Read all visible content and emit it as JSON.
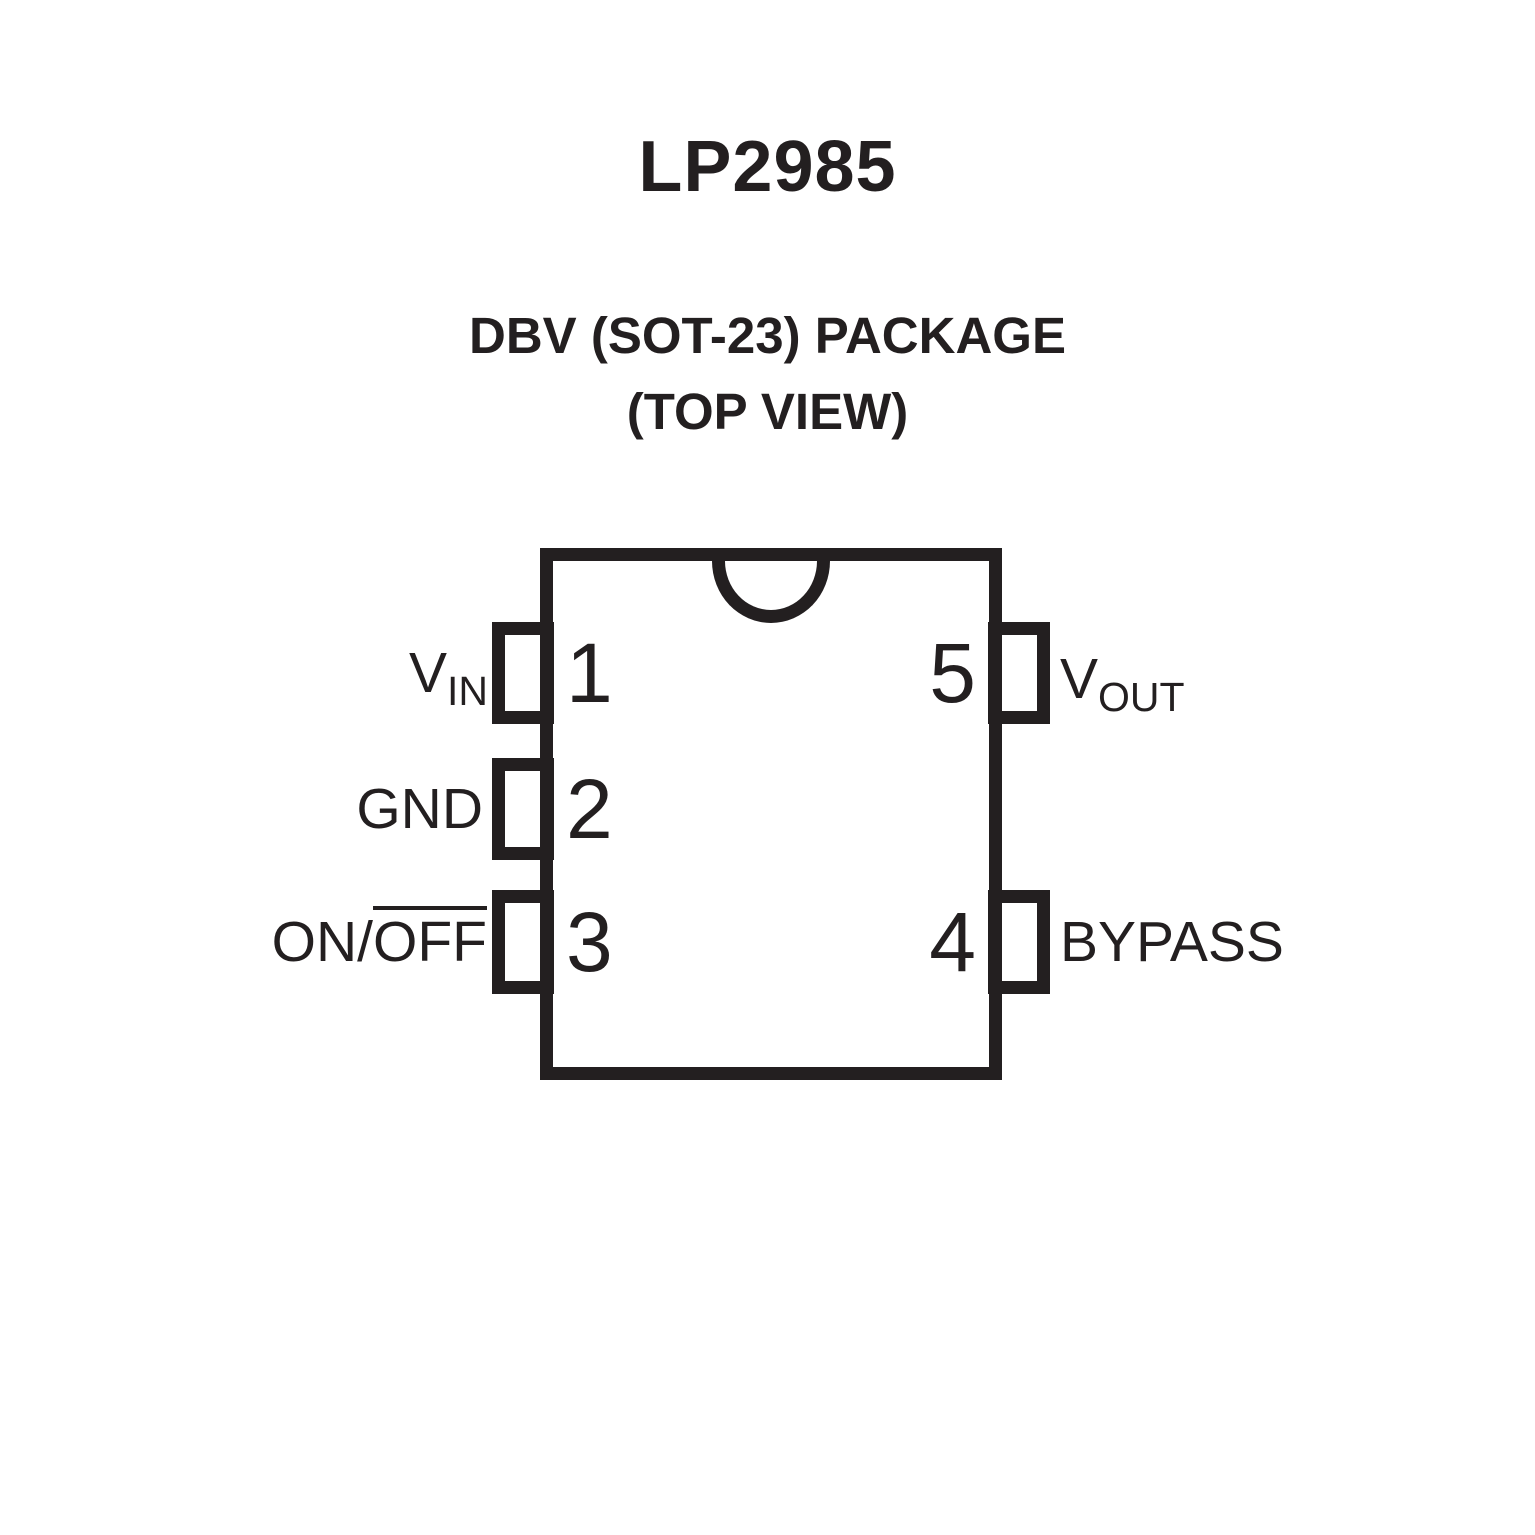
{
  "title": "LP2985",
  "package": {
    "line1": "DBV (SOT-23) PACKAGE",
    "line2": "(TOP VIEW)"
  },
  "pins": {
    "left": [
      {
        "number": "1",
        "label_main": "V",
        "label_sub": "IN"
      },
      {
        "number": "2",
        "label": "GND"
      },
      {
        "number": "3",
        "label_prefix": "ON/",
        "label_overline": "OFF"
      }
    ],
    "right": [
      {
        "number": "5",
        "label_main": "V",
        "label_sub": "OUT"
      },
      {
        "number": "4",
        "label": "BYPASS"
      }
    ]
  },
  "colors": {
    "ink": "#231f20",
    "background": "#ffffff"
  }
}
